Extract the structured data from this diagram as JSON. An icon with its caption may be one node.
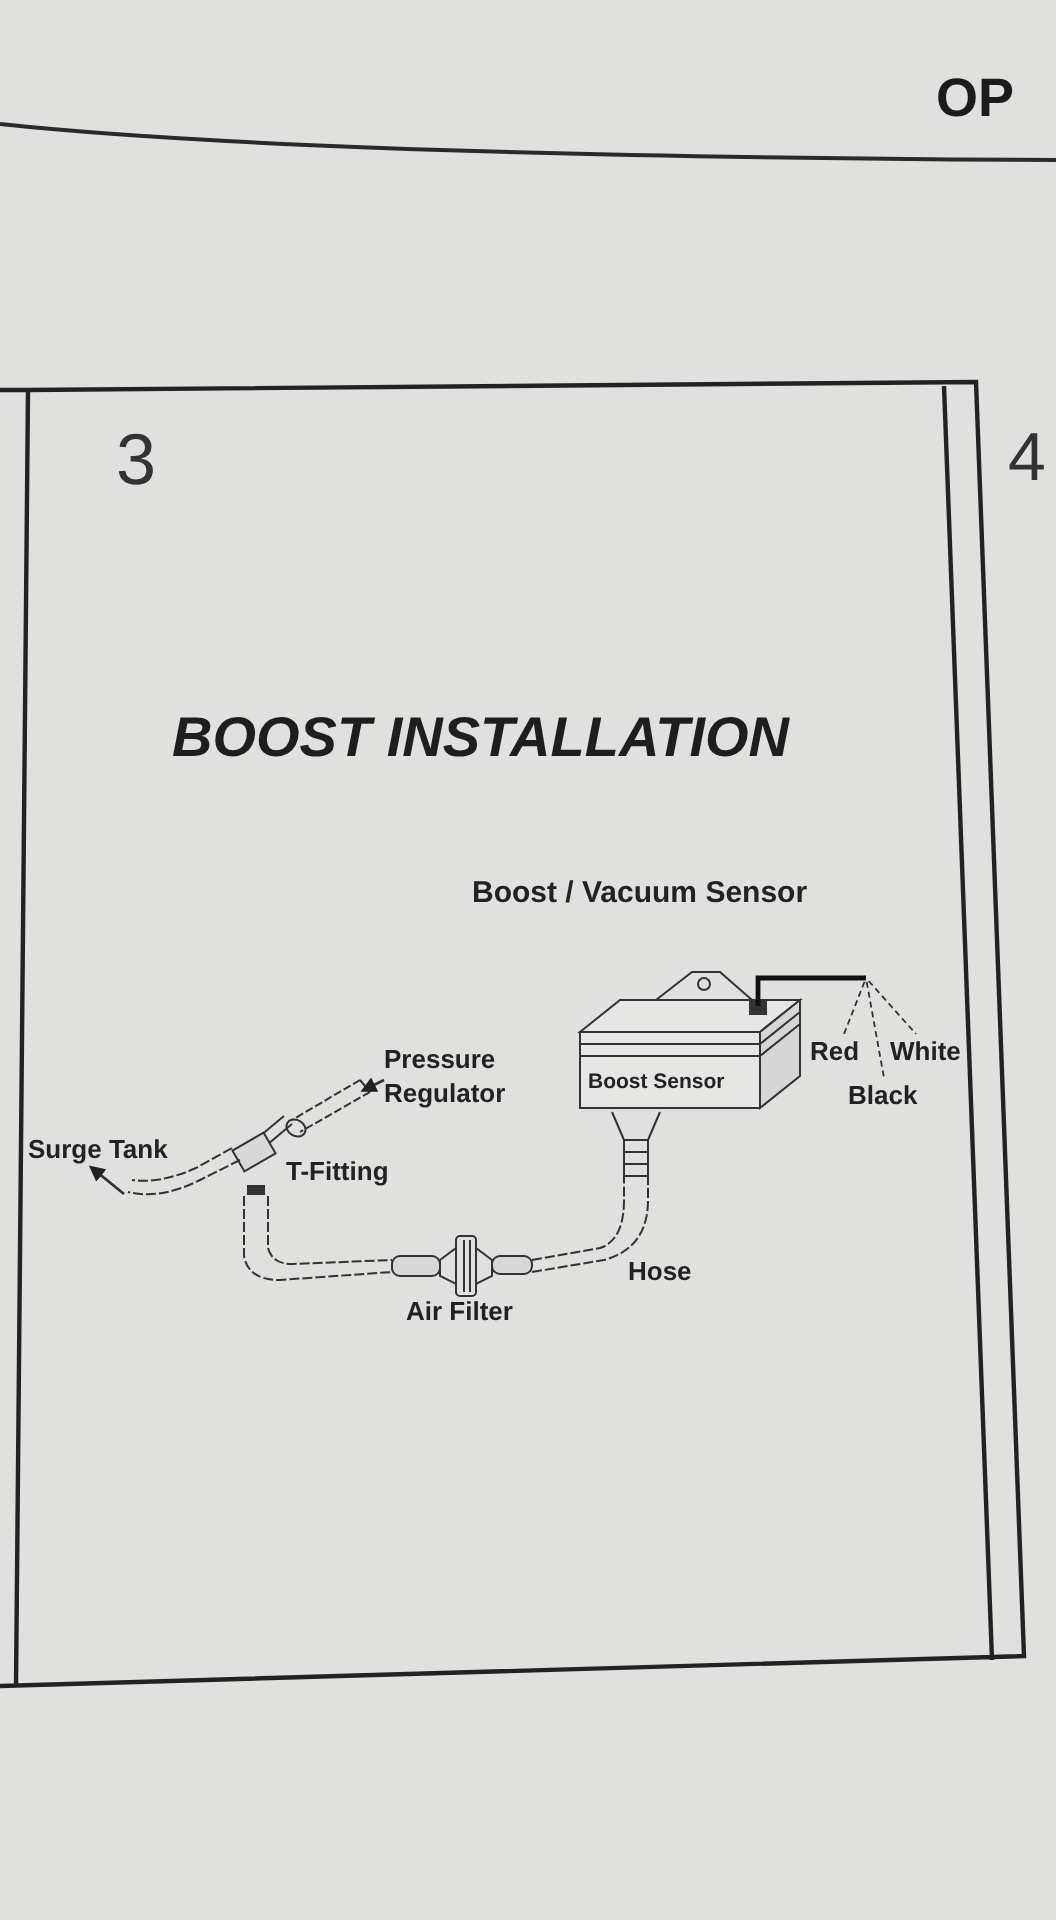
{
  "diagram": {
    "title": "BOOST INSTALLATION",
    "nodes": [
      {
        "text": [
          "Boost Sensor"
        ]
      },
      {
        "text": [
          "Red"
        ]
      },
      {
        "text": [
          "White"
        ]
      },
      {
        "text": [
          "Black"
        ]
      },
      {
        "text": [
          "Pressure Regulator"
        ]
      },
      {
        "text": [
          "Surge Tank"
        ]
      },
      {
        "text": [],
        "shape": "cylinder"
      }
    ],
    "edges": [
      {
        "from": 0,
        "to": 1,
        "arrow": "none",
        "style": "dashed"
      },
      {
        "from": 0,
        "to": 2,
        "arrow": "none",
        "style": "dashed"
      },
      {
        "from": 0,
        "to": 3,
        "arrow": "none",
        "style": "dashed"
      },
      {
        "from": 4,
        "to": 6,
        "arrow": "to"
      },
      {
        "from": null,
        "to": 5,
        "arrow": "to"
      }
    ],
    "labels": [
      "OP",
      "3",
      "4",
      "Boost / Vacuum Sensor",
      "T-Fitting",
      "Hose",
      "Air Filter"
    ]
  }
}
